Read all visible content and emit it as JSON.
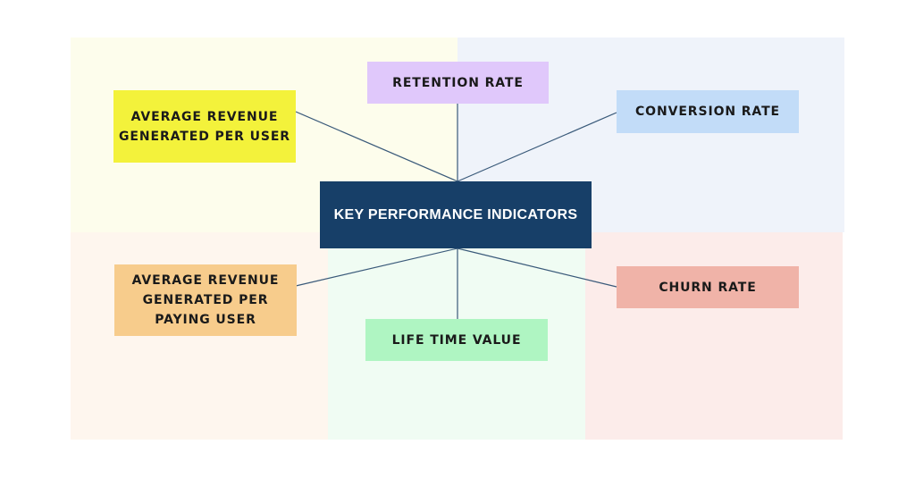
{
  "diagram": {
    "center": {
      "label": "KEY PERFORMANCE INDICATORS",
      "color": "#173f68"
    },
    "nodes": [
      {
        "id": "retention-rate",
        "label": "RETENTION RATE",
        "color": "#e0c8fb"
      },
      {
        "id": "conversion-rate",
        "label": "CONVERSION RATE",
        "color": "#c2dcf8"
      },
      {
        "id": "arpu",
        "label": "AVERAGE REVENUE GENERATED PER USER",
        "color": "#f3f23b"
      },
      {
        "id": "arppu",
        "label": "AVERAGE REVENUE GENERATED PER PAYING USER",
        "color": "#f7cc8c"
      },
      {
        "id": "life-time-value",
        "label": "LIFE TIME VALUE",
        "color": "#aff5c2"
      },
      {
        "id": "churn-rate",
        "label": "CHURN RATE",
        "color": "#f0b3a8"
      }
    ],
    "backgrounds": {
      "top_left": "#fdfdec",
      "top_right": "#eff3fa",
      "bottom_left": "#fef6ee",
      "bottom_middle": "#f0fcf3",
      "bottom_right": "#fcecea"
    },
    "connector_color": "#3a5a7a"
  }
}
